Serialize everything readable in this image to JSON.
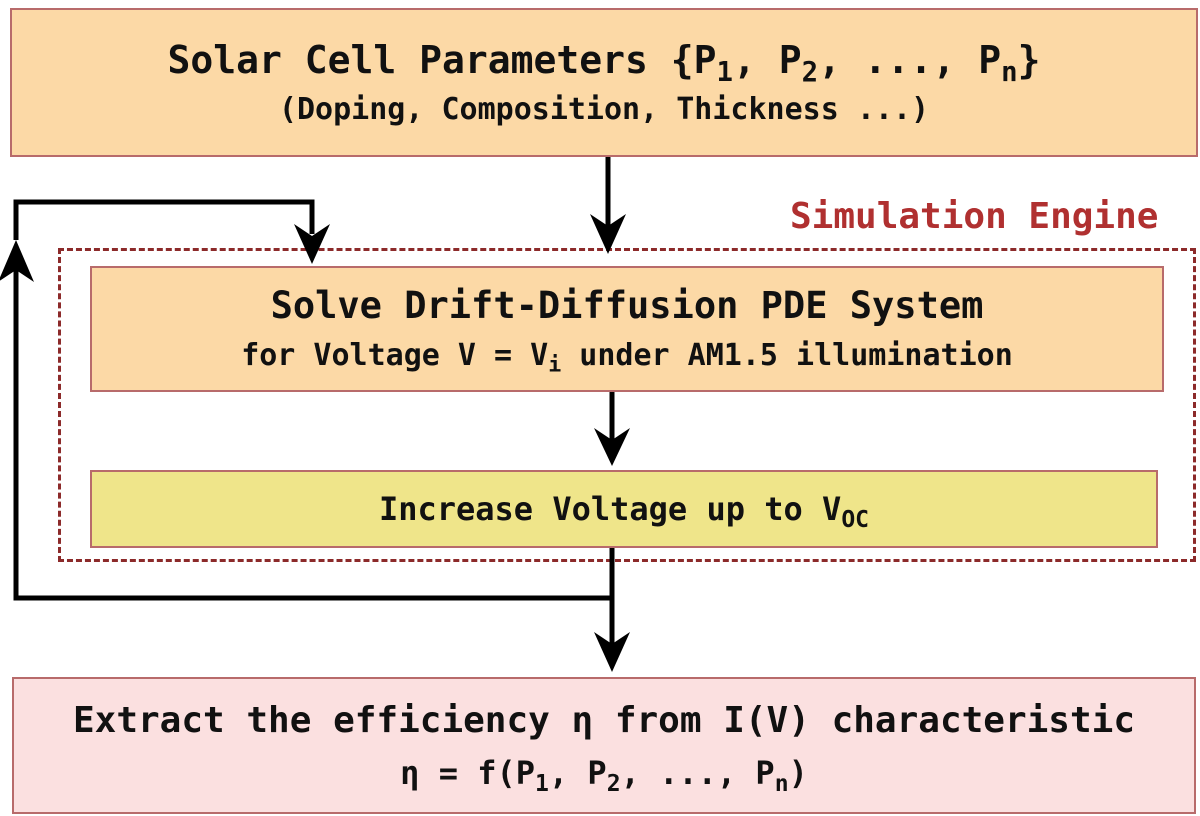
{
  "params_box": {
    "title_prefix": "Solar Cell Parameters {P",
    "sub1": "1",
    "sep1": ", P",
    "sub2": "2",
    "sep2": ", ..., P",
    "subn": "n",
    "title_suffix": "}",
    "subtitle": "(Doping, Composition, Thickness ...)"
  },
  "engine": {
    "label": "Simulation Engine",
    "border_color": "#8c2a2a"
  },
  "solve_box": {
    "title": "Solve Drift-Diffusion PDE System",
    "line2_prefix": "for Voltage V = V",
    "line2_sub": "i",
    "line2_suffix": " under AM1.5 illumination"
  },
  "increase_box": {
    "text_prefix": "Increase Voltage up to V",
    "text_sub": "OC"
  },
  "extract_box": {
    "title": "Extract the efficiency η from I(V) characteristic",
    "formula_prefix": "η = f(P",
    "sub1": "1",
    "sep1": ", P",
    "sub2": "2",
    "sep2": ", ..., P",
    "subn": "n",
    "formula_suffix": ")"
  },
  "colors": {
    "params_fill": "#fcd9a6",
    "solve_fill": "#fcd9a6",
    "increase_fill": "#efe58a",
    "extract_fill": "#fbe0e0",
    "engine_label": "#b03030",
    "arrow": "#000000"
  }
}
